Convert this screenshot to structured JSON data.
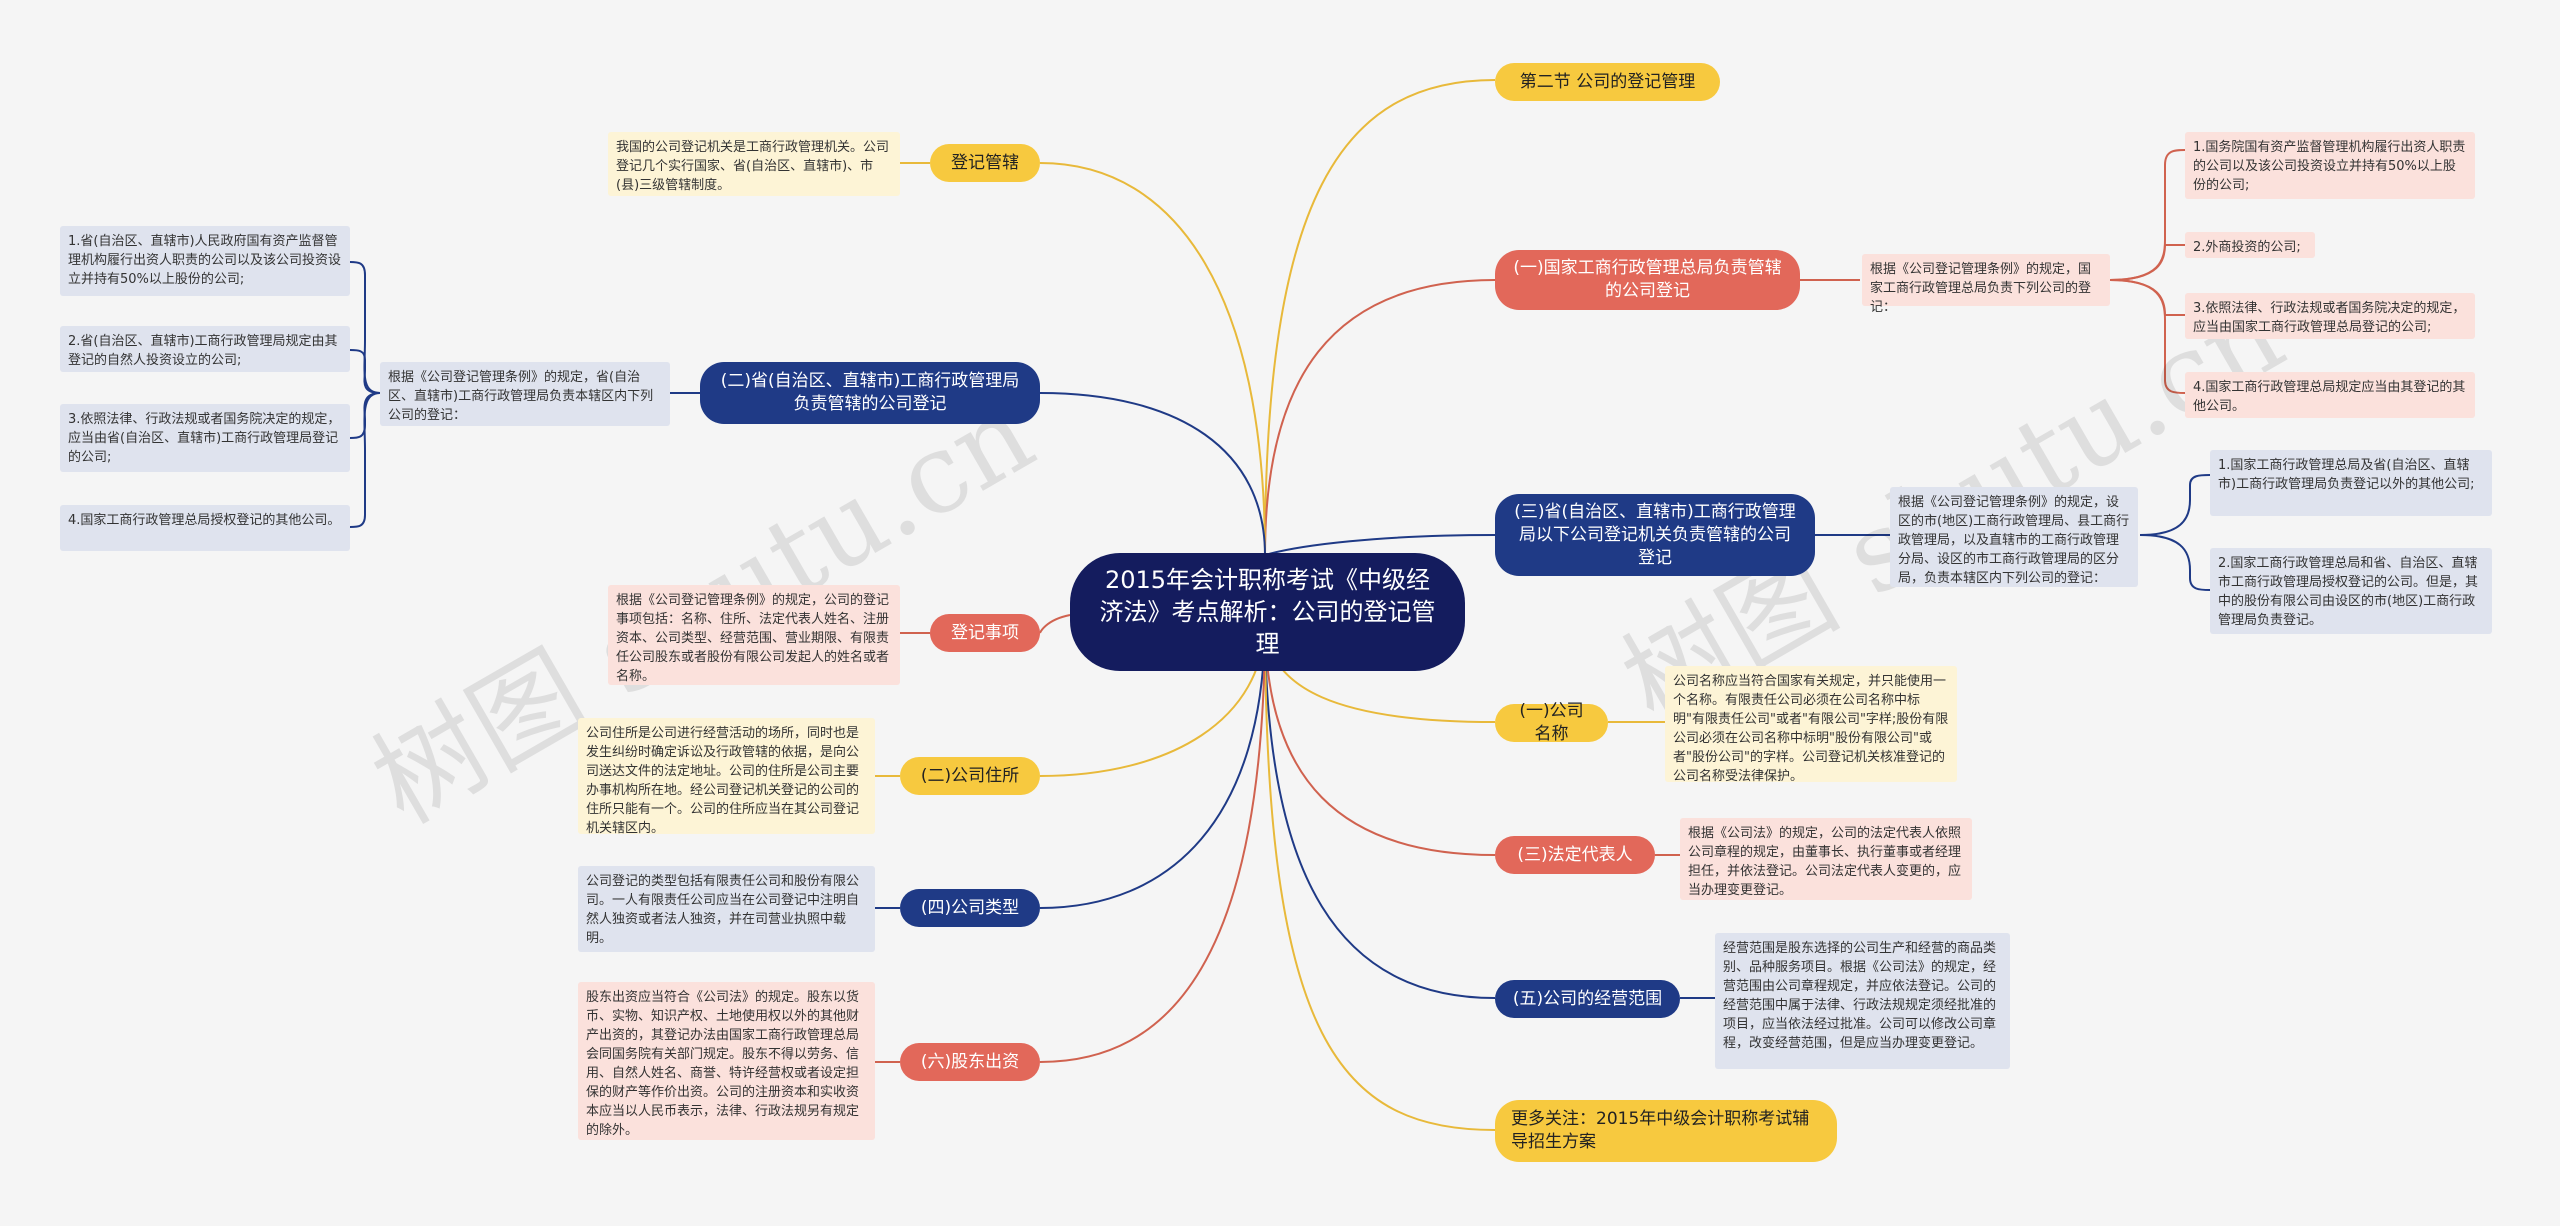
{
  "watermark": {
    "text": "树图 shutu.cn"
  },
  "root": {
    "label": "2015年会计职称考试《中级经济法》考点解析：公司的登记管理"
  },
  "branches": {
    "section": {
      "label": "第二节 公司的登记管理"
    },
    "jurisdiction": {
      "label": "登记管辖",
      "note": "我国的公司登记机关是工商行政管理机关。公司登记几个实行国家、省(自治区、直辖市)、市(县)三级管辖制度。"
    },
    "national": {
      "label": "(一)国家工商行政管理总局负责管辖的公司登记",
      "note": "根据《公司登记管理条例》的规定，国家工商行政管理总局负责下列公司的登记：",
      "items": [
        "1.国务院国有资产监督管理机构履行出资人职责的公司以及该公司投资设立并持有50%以上股份的公司;",
        "2.外商投资的公司;",
        "3.依照法律、行政法规或者国务院决定的规定，应当由国家工商行政管理总局登记的公司;",
        "4.国家工商行政管理总局规定应当由其登记的其他公司。"
      ]
    },
    "provincial": {
      "label": "(二)省(自治区、直辖市)工商行政管理局负责管辖的公司登记",
      "note": "根据《公司登记管理条例》的规定，省(自治区、直辖市)工商行政管理局负责本辖区内下列公司的登记：",
      "items": [
        "1.省(自治区、直辖市)人民政府国有资产监督管理机构履行出资人职责的公司以及该公司投资设立并持有50%以上股份的公司;",
        "2.省(自治区、直辖市)工商行政管理局规定由其登记的自然人投资设立的公司;",
        "3.依照法律、行政法规或者国务院决定的规定，应当由省(自治区、直辖市)工商行政管理局登记的公司;",
        "4.国家工商行政管理总局授权登记的其他公司。"
      ]
    },
    "municipal": {
      "label": "(三)省(自治区、直辖市)工商行政管理局以下公司登记机关负责管辖的公司登记",
      "note": "根据《公司登记管理条例》的规定，设区的市(地区)工商行政管理局、县工商行政管理局，以及直辖市的工商行政管理分局、设区的市工商行政管理局的区分局，负责本辖区内下列公司的登记：",
      "items": [
        "1.国家工商行政管理总局及省(自治区、直辖市)工商行政管理局负责登记以外的其他公司;",
        "2.国家工商行政管理总局和省、自治区、直辖市工商行政管理局授权登记的公司。但是，其中的股份有限公司由设区的市(地区)工商行政管理局负责登记。"
      ]
    },
    "items_reg": {
      "label": "登记事项",
      "note": "根据《公司登记管理条例》的规定，公司的登记事项包括：名称、住所、法定代表人姓名、注册资本、公司类型、经营范围、营业期限、有限责任公司股东或者股份有限公司发起人的姓名或者名称。"
    },
    "name": {
      "label": "(一)公司名称",
      "note": "公司名称应当符合国家有关规定，并只能使用一个名称。有限责任公司必须在公司名称中标明\"有限责任公司\"或者\"有限公司\"字样;股份有限公司必须在公司名称中标明\"股份有限公司\"或者\"股份公司\"的字样。公司登记机关核准登记的公司名称受法律保护。"
    },
    "residence": {
      "label": "(二)公司住所",
      "note": "公司住所是公司进行经营活动的场所，同时也是发生纠纷时确定诉讼及行政管辖的依据，是向公司送达文件的法定地址。公司的住所是公司主要办事机构所在地。经公司登记机关登记的公司的住所只能有一个。公司的住所应当在其公司登记机关辖区内。"
    },
    "representative": {
      "label": "(三)法定代表人",
      "note": "根据《公司法》的规定，公司的法定代表人依照公司章程的规定，由董事长、执行董事或者经理担任，并依法登记。公司法定代表人变更的，应当办理变更登记。"
    },
    "type": {
      "label": "(四)公司类型",
      "note": "公司登记的类型包括有限责任公司和股份有限公司。一人有限责任公司应当在公司登记中注明自然人独资或者法人独资，并在司营业执照中载明。"
    },
    "scope": {
      "label": "(五)公司的经营范围",
      "note": "经营范围是股东选择的公司生产和经营的商品类别、品种服务项目。根据《公司法》的规定，经营范围由公司章程规定，并应依法登记。公司的经营范围中属于法律、行政法规规定须经批准的项目，应当依法经过批准。公司可以修改公司章程，改变经营范围，但是应当办理变更登记。"
    },
    "contribution": {
      "label": "(六)股东出资",
      "note": "股东出资应当符合《公司法》的规定。股东以货币、实物、知识产权、土地使用权以外的其他财产出资的，其登记办法由国家工商行政管理总局会同国务院有关部门规定。股东不得以劳务、信用、自然人姓名、商誉、特许经营权或者设定担保的财产等作价出资。公司的注册资本和实收资本应当以人民币表示，法律、行政法规另有规定的除外。"
    },
    "more": {
      "label": "更多关注：2015年中级会计职称考试辅导招生方案"
    }
  },
  "colors": {
    "root": "#141c5e",
    "yellow": "#f7c93f",
    "red": "#e2685a",
    "blue": "#1f3a86",
    "background": "#f5f5f5"
  }
}
